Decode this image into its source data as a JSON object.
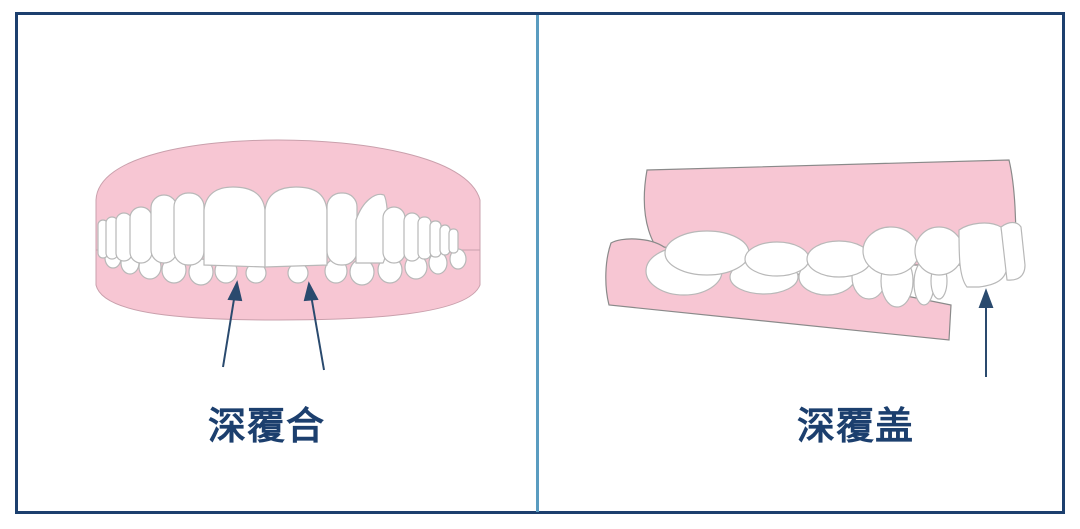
{
  "panels": [
    {
      "id": "left",
      "label": "深覆合",
      "illustration": "front-view-teeth-deep-overbite",
      "arrows": 2
    },
    {
      "id": "right",
      "label": "深覆盖",
      "illustration": "side-view-teeth-deep-overjet",
      "arrows": 1
    }
  ],
  "colors": {
    "frame_border": "#1c3f6e",
    "divider": "#5a9cc0",
    "gum": "#f7c6d3",
    "tooth": "#ffffff",
    "tooth_outline": "#b8b8b8",
    "arrow": "#2a4a6e",
    "label_text": "#1c3f6e"
  }
}
